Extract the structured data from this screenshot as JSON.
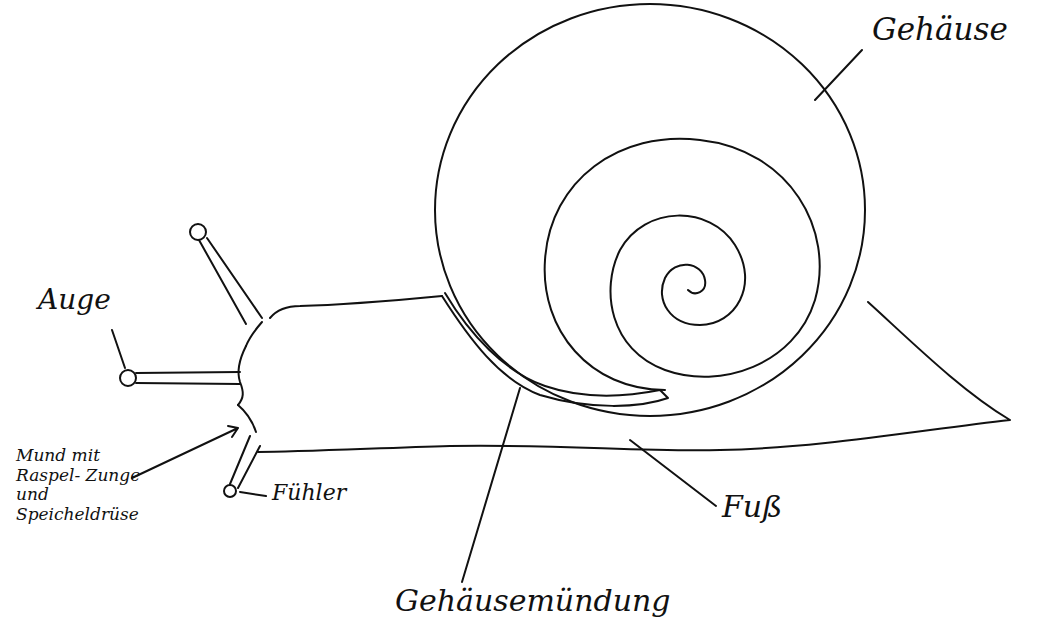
{
  "diagram": {
    "labels": [
      "Gehäuse",
      "Auge",
      "Mund mit Raspel- Zunge und Speicheldrüse",
      "Fühler",
      "Fuß",
      "Gehäusemündung"
    ]
  }
}
